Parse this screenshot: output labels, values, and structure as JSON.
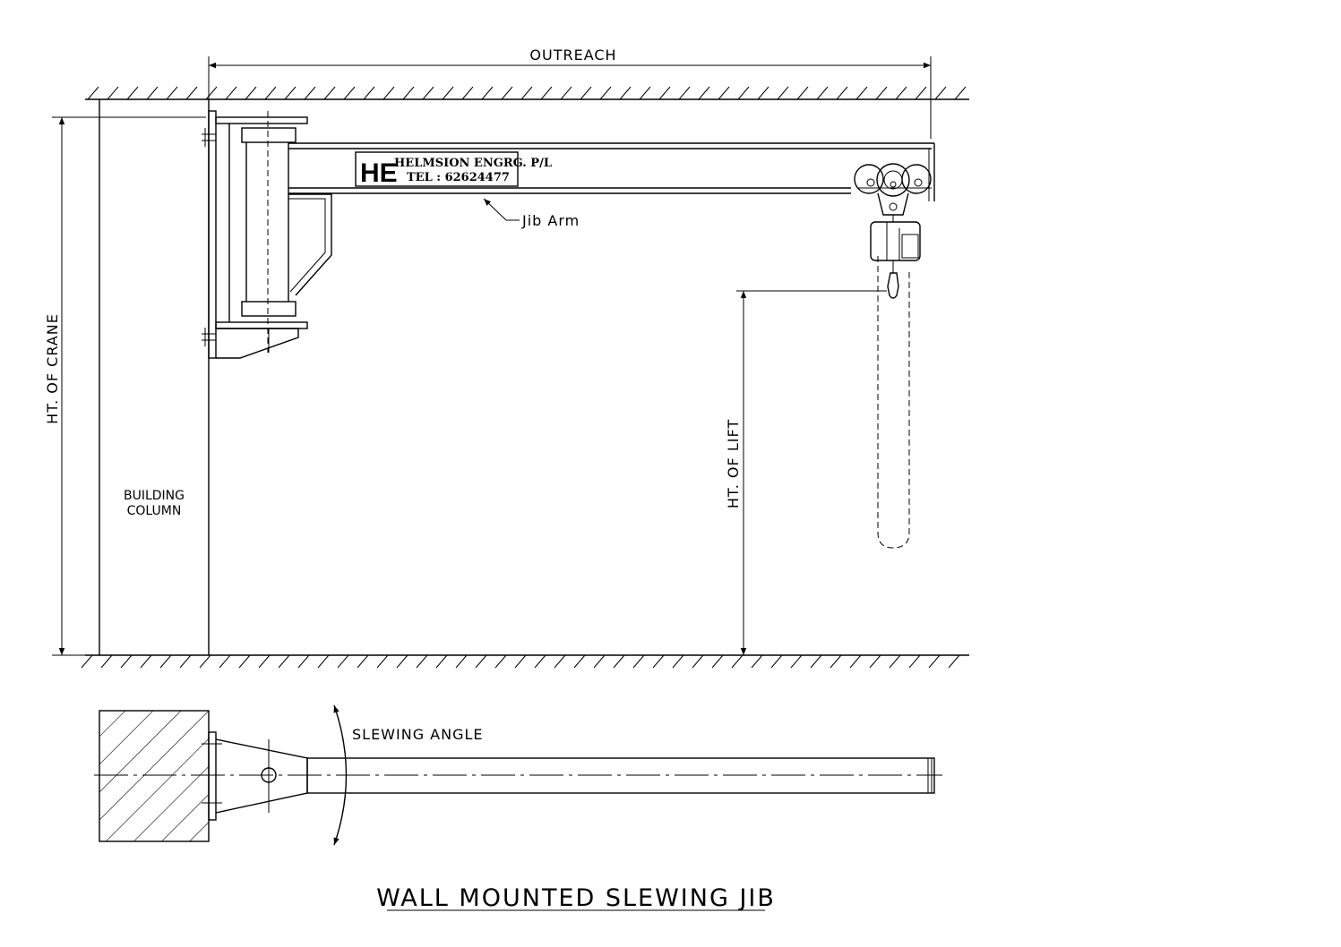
{
  "drawing": {
    "title": "WALL MOUNTED SLEWING JIB",
    "labels": {
      "outreach": "OUTREACH",
      "ht_of_crane": "HT. OF CRANE",
      "ht_of_lift": "HT. OF LIFT",
      "building_column_line1": "BUILDING",
      "building_column_line2": "COLUMN",
      "jib_arm": "Jib Arm",
      "slewing_angle": "SLEWING ANGLE"
    },
    "nameplate": {
      "logo": "HE",
      "company": "HELMSION ENGRG. P/L",
      "tel": "TEL : 62624477"
    }
  }
}
